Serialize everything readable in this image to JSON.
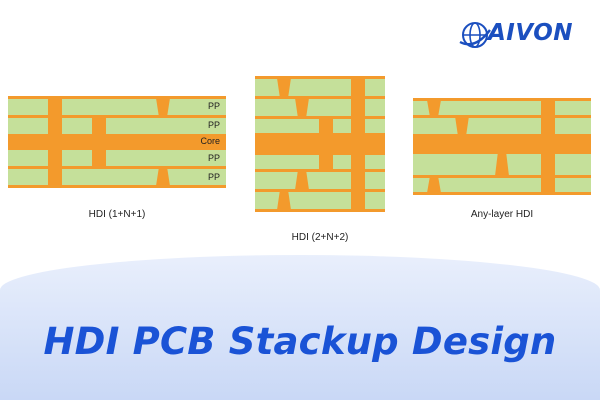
{
  "brand": {
    "name": "AIVON",
    "color": "#1b4fbf"
  },
  "colors": {
    "copper": "#f39a2c",
    "prepreg": "#c5e09a",
    "title": "#1a53d6"
  },
  "stackups": [
    {
      "title": "HDI (1+N+1)",
      "layers": [
        "PP",
        "PP",
        "Core",
        "PP",
        "PP"
      ]
    },
    {
      "title": "HDI (2+N+2)",
      "layers": []
    },
    {
      "title": "Any-layer HDI",
      "layers": []
    }
  ],
  "banner": {
    "title": "HDI PCB Stackup Design"
  }
}
